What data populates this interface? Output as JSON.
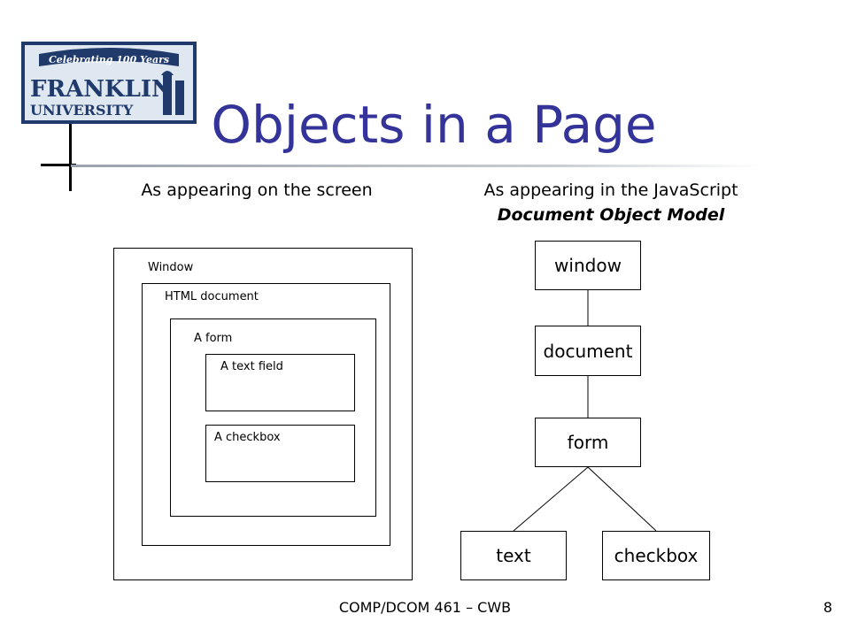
{
  "logo": {
    "banner": "Celebrating 100 Years",
    "line1": "FRANKLIN",
    "line2": "UNIVERSITY",
    "colors": {
      "navy": "#1f3a6b",
      "sky": "#9fc3e6",
      "panel": "#d9e2ee"
    }
  },
  "title": "Objects in a Page",
  "title_color": "#333399",
  "left_heading": "As appearing on the screen",
  "right_heading": {
    "line1": "As appearing in the JavaScript",
    "line2": "Document Object Model"
  },
  "screen_boxes": {
    "window": "Window",
    "html_document": "HTML document",
    "form": "A form",
    "text_field": "A text field",
    "checkbox": "A checkbox"
  },
  "dom_tree": {
    "window": "window",
    "document": "document",
    "form": "form",
    "text": "text",
    "checkbox": "checkbox"
  },
  "footer": {
    "course": "COMP/DCOM 461 – CWB",
    "page": "8"
  }
}
